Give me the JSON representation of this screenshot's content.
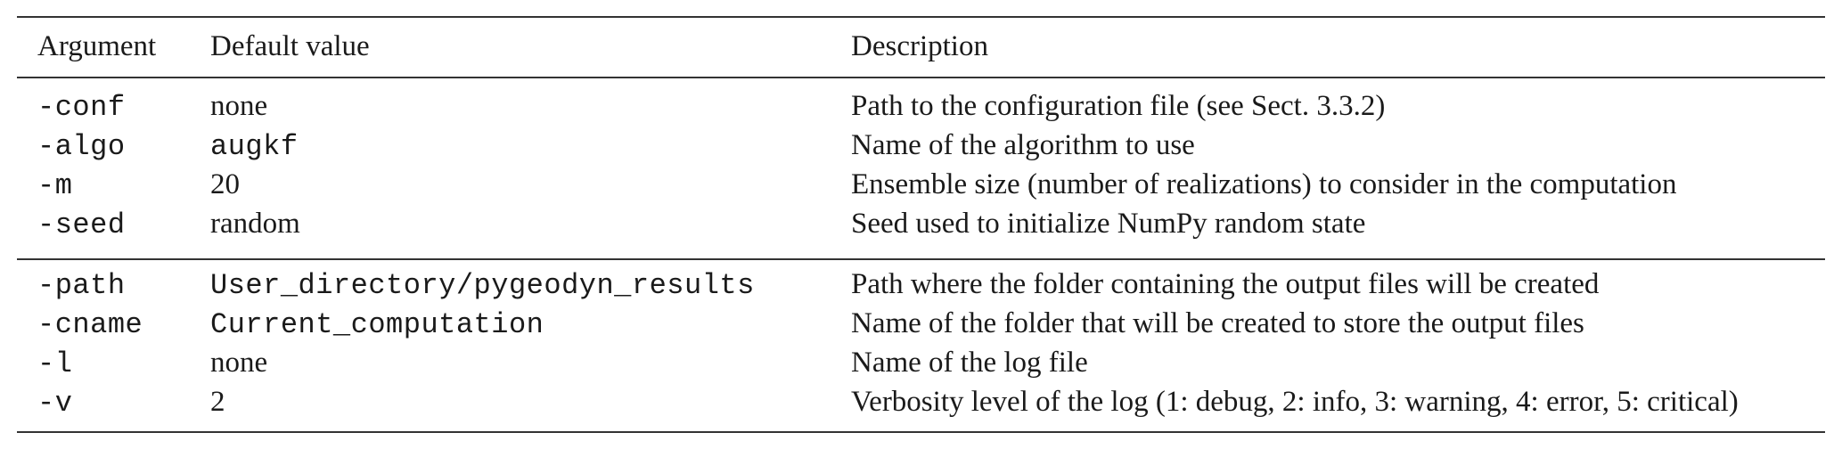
{
  "table": {
    "headers": {
      "argument": "Argument",
      "default": "Default value",
      "description": "Description"
    },
    "groups": [
      {
        "rows": [
          {
            "argument": "-conf",
            "default": "none",
            "default_mono": false,
            "description": "Path to the configuration file (see Sect. 3.3.2)"
          },
          {
            "argument": "-algo",
            "default": "augkf",
            "default_mono": true,
            "description": "Name of the algorithm to use"
          },
          {
            "argument": "-m",
            "default": "20",
            "default_mono": false,
            "description": "Ensemble size (number of realizations) to consider in the computation"
          },
          {
            "argument": "-seed",
            "default": "random",
            "default_mono": false,
            "description": "Seed used to initialize NumPy random state"
          }
        ]
      },
      {
        "rows": [
          {
            "argument": "-path",
            "default": "User_directory/pygeodyn_results",
            "default_mono": true,
            "description": "Path where the folder containing the output files will be created"
          },
          {
            "argument": "-cname",
            "default": "Current_computation",
            "default_mono": true,
            "description": "Name of the folder that will be created to store the output files"
          },
          {
            "argument": "-l",
            "default": "none",
            "default_mono": false,
            "description": "Name of the log file"
          },
          {
            "argument": "-v",
            "default": "2",
            "default_mono": false,
            "description": "Verbosity level of the log (1: debug, 2: info, 3: warning, 4: error, 5: critical)"
          }
        ]
      }
    ]
  }
}
